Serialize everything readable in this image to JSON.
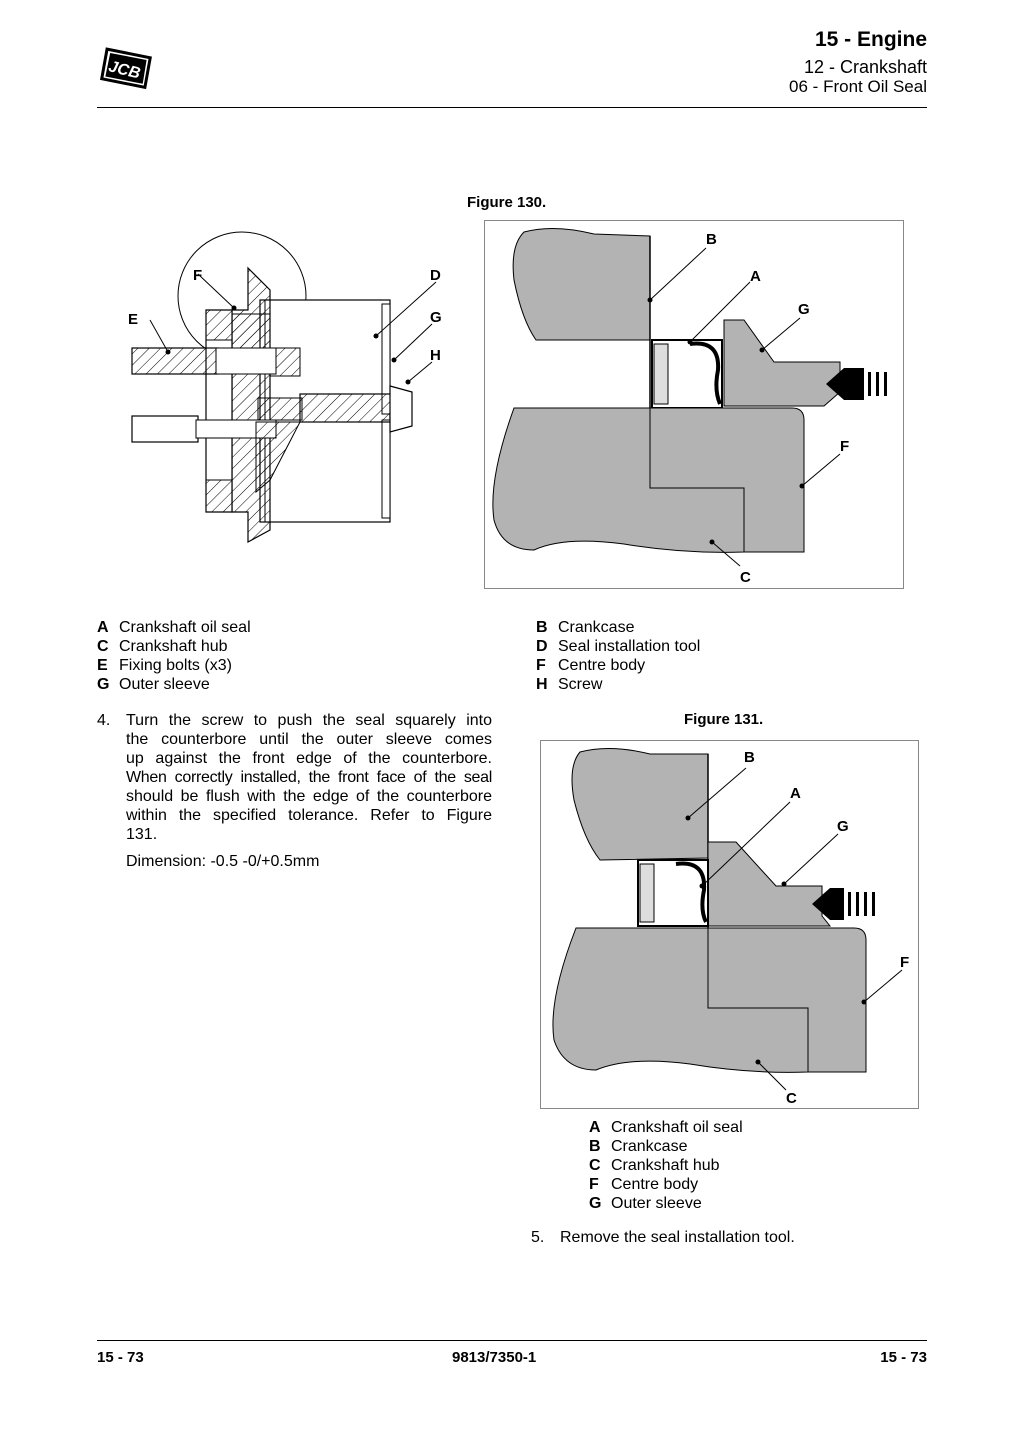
{
  "header": {
    "chapter": "15 - Engine",
    "section": "12 - Crankshaft",
    "subsection": "06 - Front Oil Seal",
    "logo_text": "JCB"
  },
  "figure130": {
    "caption": "Figure 130.",
    "labels": {
      "A": "A",
      "B": "B",
      "C": "C",
      "D": "D",
      "E": "E",
      "F": "F",
      "G": "G",
      "H": "H"
    }
  },
  "legend130": {
    "left": [
      {
        "key": "A",
        "text": "Crankshaft oil seal"
      },
      {
        "key": "C",
        "text": "Crankshaft hub"
      },
      {
        "key": "E",
        "text": "Fixing bolts (x3)"
      },
      {
        "key": "G",
        "text": "Outer sleeve"
      }
    ],
    "right": [
      {
        "key": "B",
        "text": "Crankcase"
      },
      {
        "key": "D",
        "text": "Seal installation tool"
      },
      {
        "key": "F",
        "text": "Centre body"
      },
      {
        "key": "H",
        "text": "Screw"
      }
    ]
  },
  "step4": {
    "number": "4.",
    "lines": [
      "Turn the screw to push the seal squarely into",
      "the counterbore until the outer sleeve comes",
      "up against the front edge of the counterbore.",
      "When correctly installed, the front face of the seal",
      "should be flush with the edge of the counterbore",
      "within the specified tolerance. Refer to Figure",
      "131."
    ],
    "dimension": "Dimension: -0.5 -0/+0.5mm"
  },
  "figure131": {
    "caption": "Figure 131.",
    "labels": {
      "A": "A",
      "B": "B",
      "C": "C",
      "F": "F",
      "G": "G"
    }
  },
  "legend131": [
    {
      "key": "A",
      "text": "Crankshaft oil seal"
    },
    {
      "key": "B",
      "text": "Crankcase"
    },
    {
      "key": "C",
      "text": "Crankshaft hub"
    },
    {
      "key": "F",
      "text": "Centre body"
    },
    {
      "key": "G",
      "text": "Outer sleeve"
    }
  ],
  "step5": {
    "number": "5.",
    "text": "Remove the seal installation tool."
  },
  "footer": {
    "left": "15 - 73",
    "center": "9813/7350-1",
    "right": "15 - 73"
  }
}
